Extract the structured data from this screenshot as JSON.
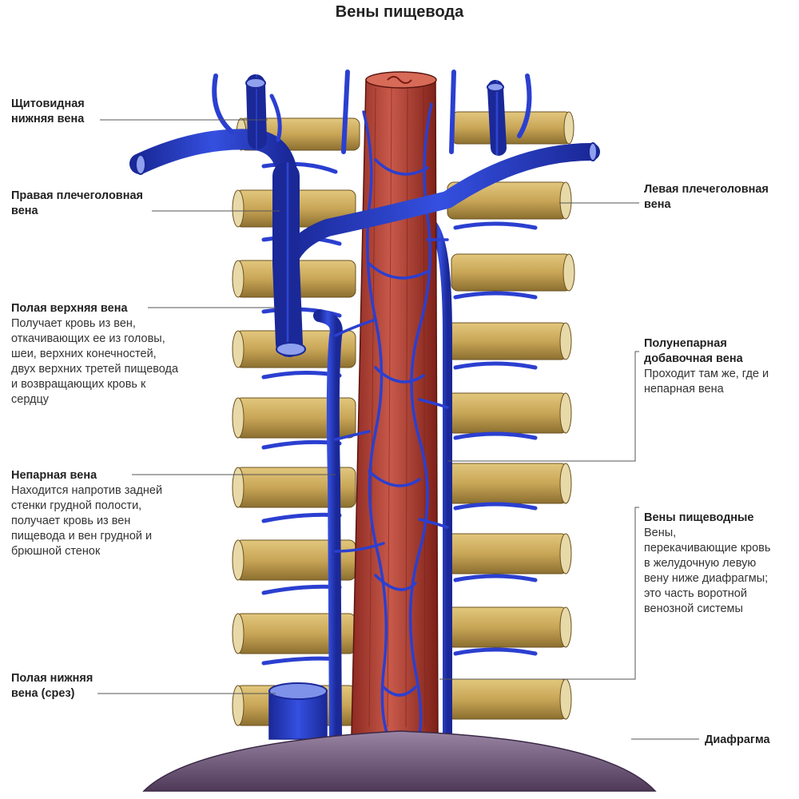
{
  "title": "Вены пищевода",
  "labels": {
    "thyroid": {
      "name": "Щитовидная нижняя вена"
    },
    "right_bc": {
      "name": "Правая плечеголовная вена"
    },
    "left_bc": {
      "name": "Левая плечеголовная вена"
    },
    "svc": {
      "name": "Полая верхняя вена",
      "desc": "Получает кровь из вен, откачивающих ее из головы, шеи, верхних конечностей, двух верхних третей пищевода и возвращающих кровь к сердцу"
    },
    "hemiazygos": {
      "name": "Полунепарная добавочная вена",
      "desc": "Проходит там же, где и непарная вена"
    },
    "azygos": {
      "name": "Непарная вена",
      "desc": "Находится напротив задней стенки грудной полости, получает кровь из вен пищевода и вен грудной и брюшной стенок"
    },
    "esoph_veins": {
      "name": "Вены пищеводные",
      "desc": "Вены, перекачивающие кровь в желудочную левую вену ниже диафрагмы; это часть воротной венозной системы"
    },
    "ivc": {
      "name": "Полая нижняя вена (срез)"
    },
    "diaphragm": {
      "name": "Диафрагма"
    }
  },
  "colors": {
    "vein": "#2b3fd0",
    "vein_dark": "#1a2898",
    "esophagus": "#b8453a",
    "rib": "#c8a85a",
    "diaphragm": "#6e5878"
  }
}
